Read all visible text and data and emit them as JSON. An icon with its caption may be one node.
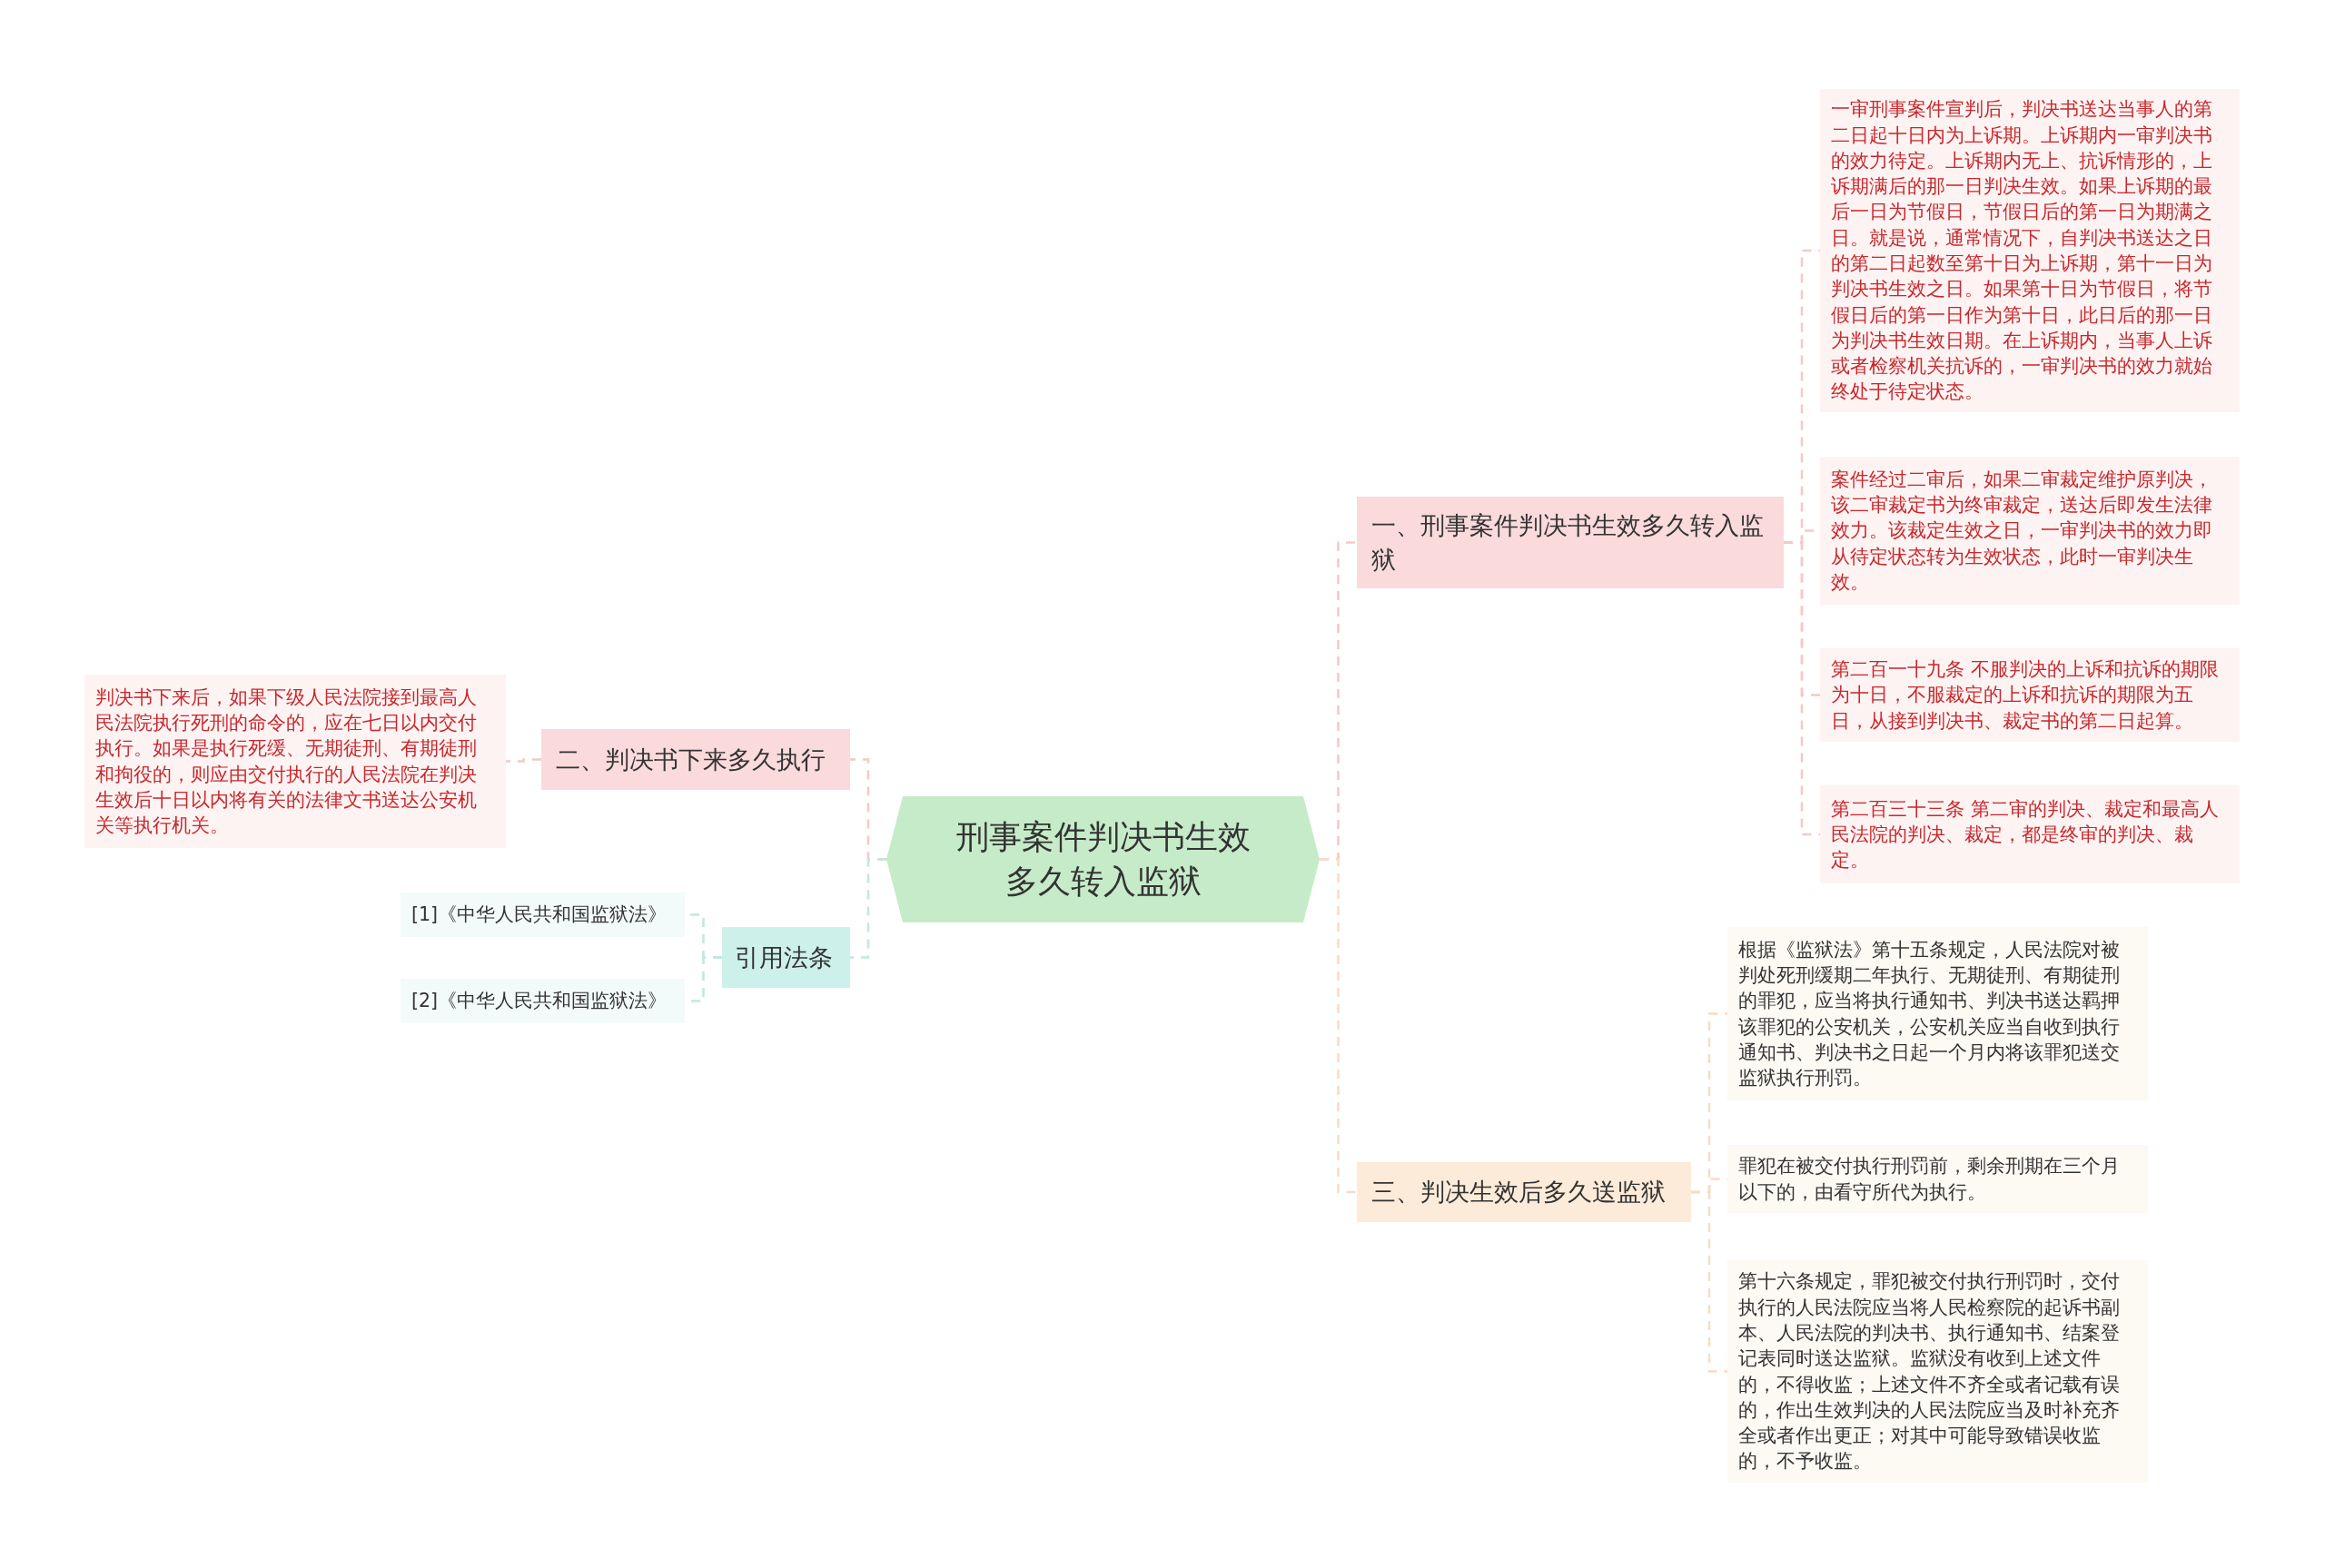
{
  "diagram": {
    "nodes": [
      {
        "text": [
          "刑事案件判决书生效多久转入监狱"
        ]
      },
      {
        "text": [
          "一、刑事案件判决书生效多久转入监狱"
        ]
      },
      {
        "text": [
          "一审刑事案件宣判后，判决书送达当事人的第二日起十日内为上诉期。上诉期内一审判决书的效力待定。上诉期内无上、抗诉情形的，上诉期满后的那一日判决生效。如果上诉期的最后一日为节假日，节假日后的第一日为期满之日。就是说，通常情况下，自判决书送达之日的第二日起数至第十日为上诉期，第十一日为判决书生效之日。如果第十日为节假日，将节假日后的第一日作为第十日，此日后的那一日为判决书生效日期。在上诉期内，当事人上诉或者检察机关抗诉的，一审判决书的效力就始终处于待定状态。"
        ]
      },
      {
        "text": [
          "案件经过二审后，如果二审裁定维护原判决，该二审裁定书为终审裁定，送达后即发生法律效力。该裁定生效之日，一审判决书的效力即从待定状态转为生效状态，此时一审判决生效。"
        ]
      },
      {
        "text": [
          "第二百一十九条 不服判决的上诉和抗诉的期限为十日，不服裁定的上诉和抗诉的期限为五日，从接到判决书、裁定书的第二日起算。"
        ]
      },
      {
        "text": [
          "第二百三十三条 第二审的判决、裁定和最高人民法院的判决、裁定，都是终审的判决、裁定。"
        ]
      },
      {
        "text": [
          "三、判决生效后多久送监狱"
        ]
      },
      {
        "text": [
          "根据《监狱法》第十五条规定，人民法院对被判处死刑缓期二年执行、无期徒刑、有期徒刑的罪犯，应当将执行通知书、判决书送达羁押该罪犯的公安机关，公安机关应当自收到执行通知书、判决书之日起一个月内将该罪犯送交监狱执行刑罚。"
        ]
      },
      {
        "text": [
          "罪犯在被交付执行刑罚前，剩余刑期在三个月以下的，由看守所代为执行。"
        ]
      },
      {
        "text": [
          "第十六条规定，罪犯被交付执行刑罚时，交付执行的人民法院应当将人民检察院的起诉书副本、人民法院的判决书、执行通知书、结案登记表同时送达监狱。监狱没有收到上述文件的，不得收监；上述文件不齐全或者记载有误的，作出生效判决的人民法院应当及时补充齐全或者作出更正；对其中可能导致错误收监的，不予收监。"
        ]
      },
      {
        "text": [
          "二、判决书下来多久执行"
        ]
      },
      {
        "text": [
          "判决书下来后，如果下级人民法院接到最高人民法院执行死刑的命令的，应在七日以内交付执行。如果是执行死缓、无期徒刑、有期徒刑和拘役的，则应由交付执行的人民法院在判决生效后十日以内将有关的法律文书送达公安机关等执行机关。"
        ]
      },
      {
        "text": [
          "引用法条"
        ]
      },
      {
        "text": [
          "[1]《中华人民共和国监狱法》"
        ]
      },
      {
        "text": [
          "[2]《中华人民共和国监狱法》"
        ]
      }
    ],
    "edges": [
      {
        "from": 0,
        "to": 1,
        "arrow": "none"
      },
      {
        "from": 1,
        "to": 2,
        "arrow": "none"
      },
      {
        "from": 1,
        "to": 3,
        "arrow": "none"
      },
      {
        "from": 1,
        "to": 4,
        "arrow": "none"
      },
      {
        "from": 1,
        "to": 5,
        "arrow": "none"
      },
      {
        "from": 0,
        "to": 6,
        "arrow": "none",
        "color": "#f8dcc4"
      },
      {
        "from": 6,
        "to": 7,
        "arrow": "none",
        "color": "#f8dcc4"
      },
      {
        "from": 6,
        "to": 8,
        "arrow": "none",
        "color": "#f8dcc4"
      },
      {
        "from": 6,
        "to": 9,
        "arrow": "none",
        "color": "#f8dcc4"
      },
      {
        "from": 0,
        "to": 10,
        "arrow": "none"
      },
      {
        "from": 10,
        "to": 11,
        "arrow": "none"
      },
      {
        "from": 0,
        "to": 12,
        "arrow": "none",
        "color": "#bfe8df"
      },
      {
        "from": 12,
        "to": 13,
        "arrow": "none",
        "color": "#bfe8df"
      },
      {
        "from": 12,
        "to": 14,
        "arrow": "none",
        "color": "#bfe8df"
      }
    ]
  }
}
